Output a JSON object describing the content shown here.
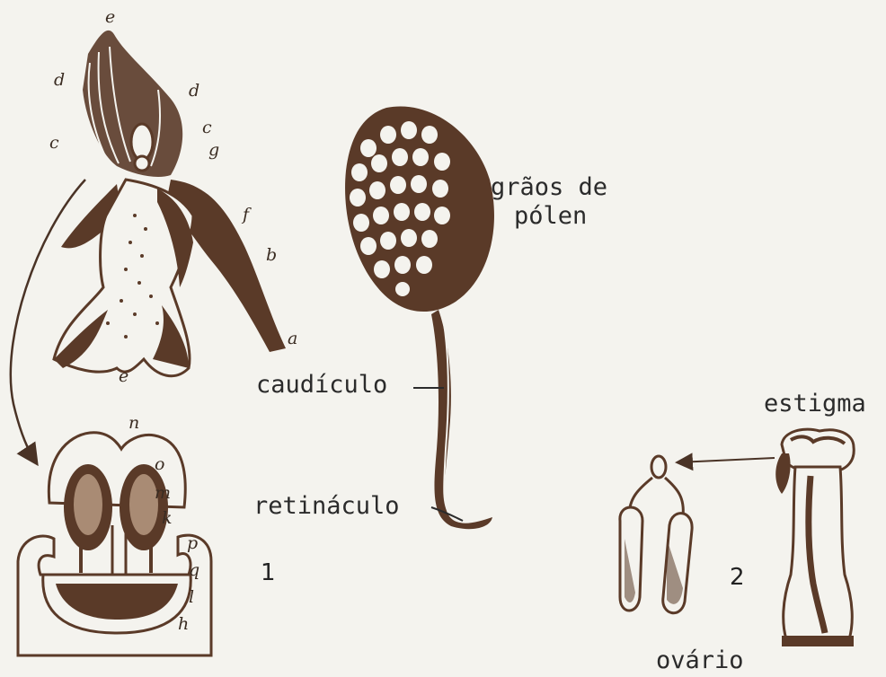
{
  "labels": {
    "pollen_grains_line1": "grãos de",
    "pollen_grains_line2": "pólen",
    "caudicle": "caudículo",
    "retinaculum": "retináculo",
    "stigma": "estigma",
    "ovary": "ovário"
  },
  "figure_numbers": {
    "fig1": "1",
    "fig2": "2"
  },
  "letters": {
    "top_flower": [
      "a",
      "b",
      "c",
      "c",
      "d",
      "d",
      "e",
      "e",
      "f",
      "g"
    ],
    "column_detail": [
      "n",
      "o",
      "m",
      "k",
      "p",
      "q",
      "l",
      "h"
    ]
  },
  "colors": {
    "ink": "#5a3a28",
    "paper": "#f4f3ee",
    "text": "#2b2b2b"
  }
}
